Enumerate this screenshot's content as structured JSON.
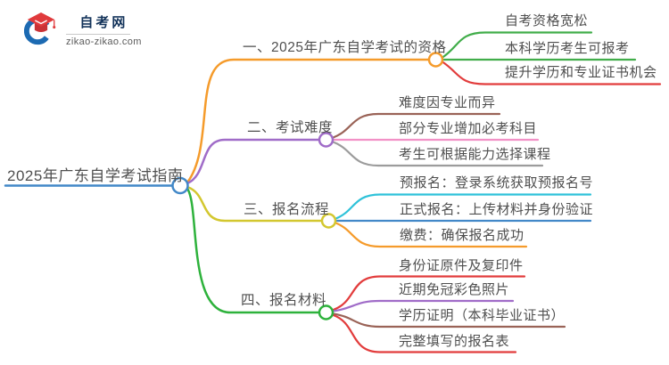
{
  "page_title": "2025年广东自学考试指南",
  "logo": {
    "icon": "graduation-cap-icon",
    "title": "自考网",
    "domain": "zikao-zikao.com",
    "brand_blue": "#1c6ab2",
    "brand_red": "#e03a3c"
  },
  "root": {
    "label": "2025年广东自学考试指南",
    "color": "#4288c8"
  },
  "branches": [
    {
      "label": "一、2025年广东自学考试的资格",
      "color": "#f59b2b",
      "children": [
        {
          "label": "自考资格宽松",
          "color": "#41ad4a"
        },
        {
          "label": "本科学历考生可报考",
          "color": "#41ad4a"
        },
        {
          "label": "提升学历和专业证书机会",
          "color": "#e23c3c"
        }
      ]
    },
    {
      "label": "二、考试难度",
      "color": "#a06cc8",
      "children": [
        {
          "label": "难度因专业而异",
          "color": "#9a6357"
        },
        {
          "label": "部分专业增加必考科目",
          "color": "#f291c6"
        },
        {
          "label": "考生可根据能力选择课程",
          "color": "#9c9c9c"
        }
      ]
    },
    {
      "label": "三、报名流程",
      "color": "#d3c72f",
      "children": [
        {
          "label": "预报名：登录系统获取预报名号",
          "color": "#2fc2d9"
        },
        {
          "label": "正式报名：上传材料并身份验证",
          "color": "#4288c8"
        },
        {
          "label": "缴费：确保报名成功",
          "color": "#f59b2b"
        }
      ]
    },
    {
      "label": "四、报名材料",
      "color": "#2eb23c",
      "children": [
        {
          "label": "身份证原件及复印件",
          "color": "#e23c3c"
        },
        {
          "label": "近期免冠彩色照片",
          "color": "#a06cc8"
        },
        {
          "label": "学历证明（本科毕业证书）",
          "color": "#9a6357"
        },
        {
          "label": "完整填写的报名表",
          "color": "#e23c3c"
        }
      ]
    }
  ]
}
